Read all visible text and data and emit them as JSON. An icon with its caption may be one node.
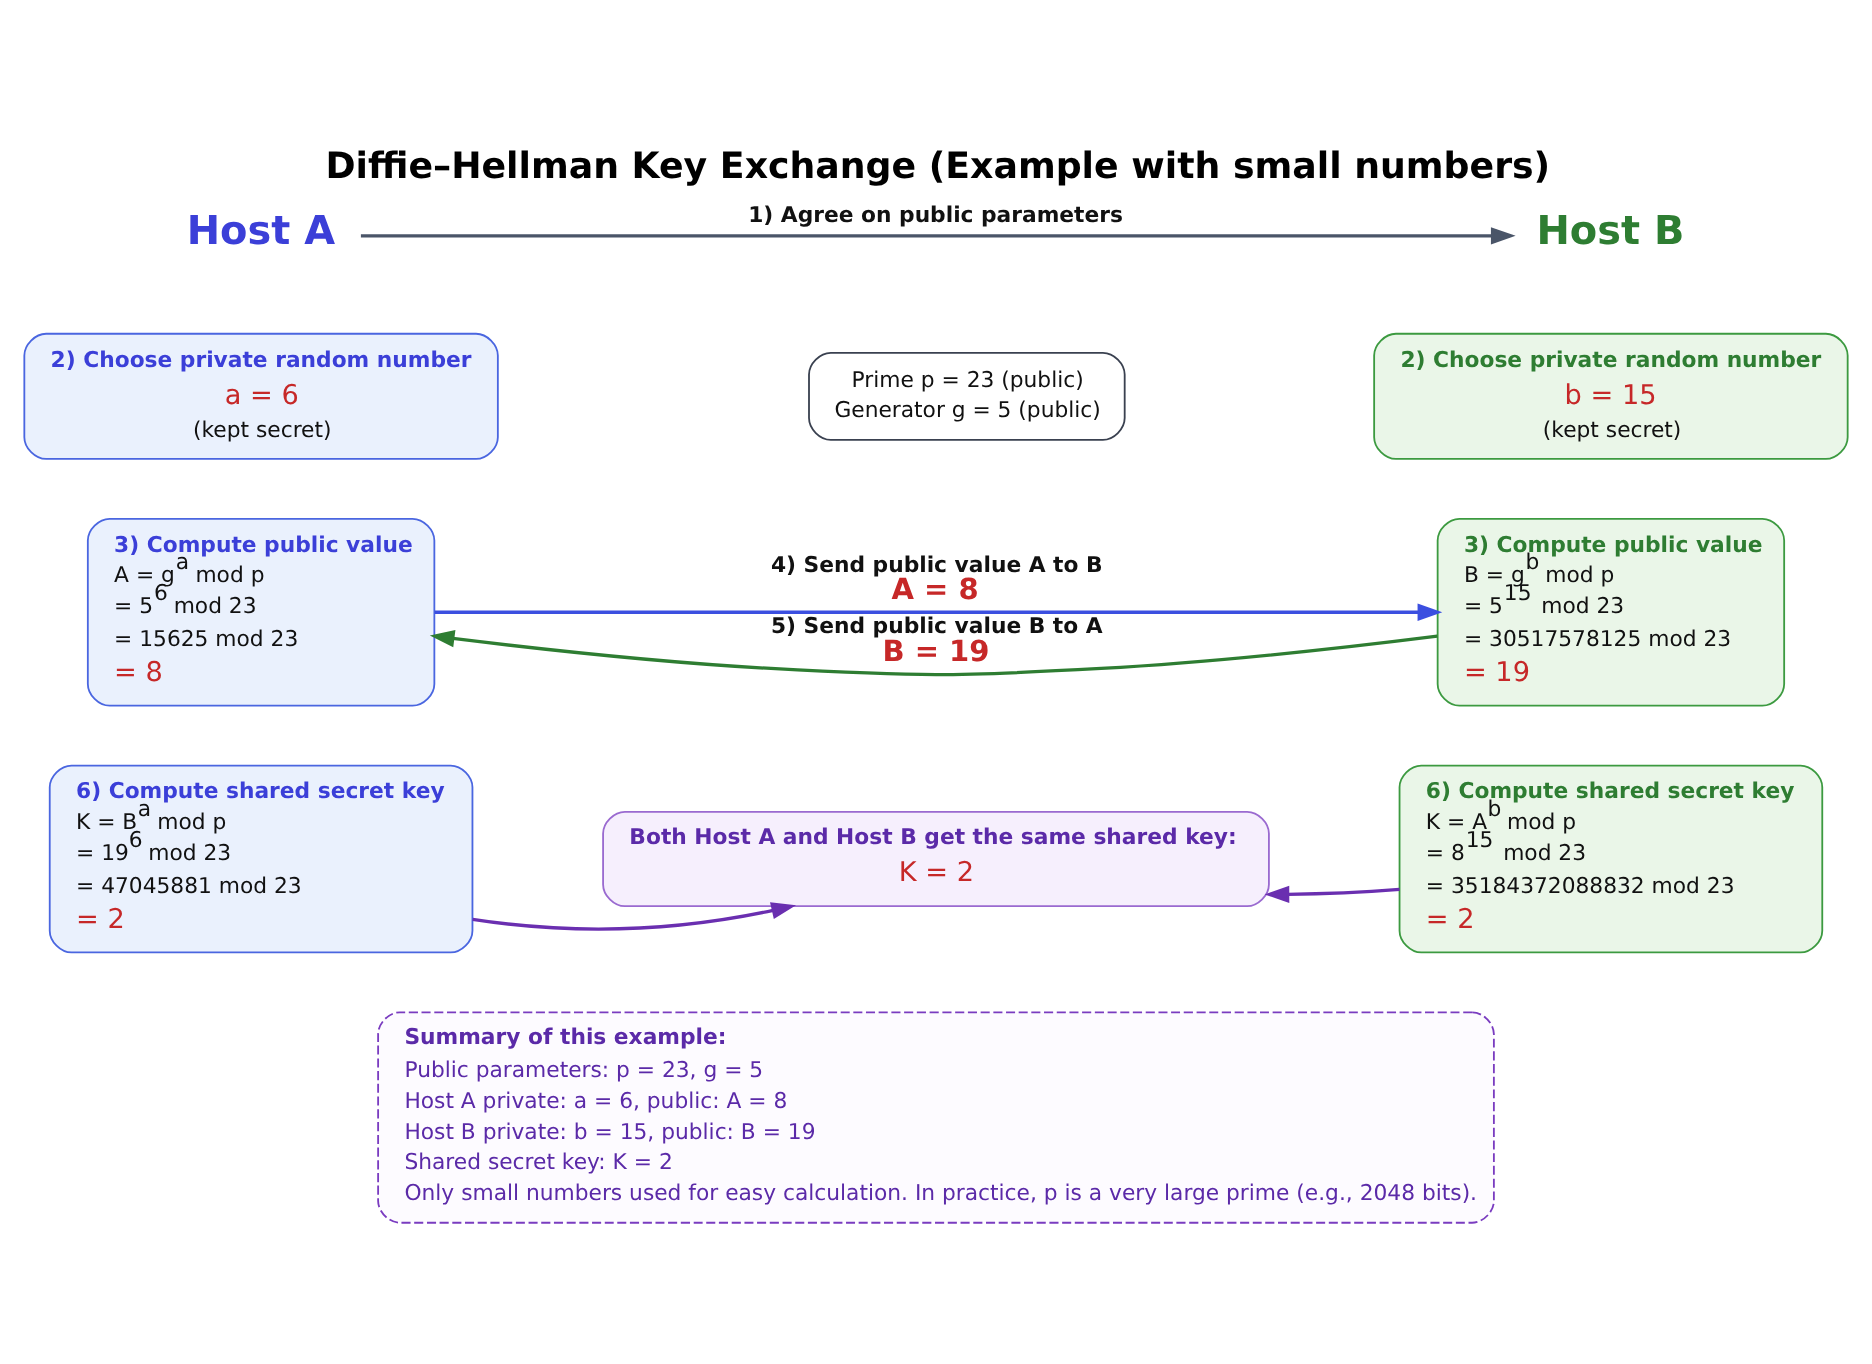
{
  "diagram": {
    "title": "Diffie–Hellman Key Exchange (Example with small numbers)",
    "nodes": [
      {
        "text": [
          "Host A"
        ]
      },
      {
        "text": [
          "Host B"
        ]
      },
      {
        "text": [
          "Prime p = 23 (public)",
          "Generator g = 5 (public)"
        ]
      },
      {
        "text": [
          "2) Choose private random number",
          "a = 6",
          "(kept secret)"
        ]
      },
      {
        "text": [
          "3) Compute public value",
          "A = g$^{a}$ mod p",
          "= 5$^{6}$ mod 23",
          "= 15625 mod 23",
          "= 8"
        ]
      },
      {
        "text": [
          "6) Compute shared secret key",
          "K = B$^{a}$ mod p",
          "= 19$^{6}$ mod 23",
          "= 47045881 mod 23",
          "= 2"
        ]
      },
      {
        "text": [
          "2) Choose private random number",
          "b = 15",
          "(kept secret)"
        ]
      },
      {
        "text": [
          "3) Compute public value",
          "B = g$^{b}$ mod p",
          "= 5$^{15}$ mod 23",
          "= 30517578125 mod 23",
          "= 19"
        ]
      },
      {
        "text": [
          "6) Compute shared secret key",
          "K = A$^{b}$ mod p",
          "= 8$^{15}$ mod 23",
          "= 35184372088832 mod 23",
          "= 2"
        ]
      },
      {
        "text": [
          "Both Host A and Host B get the same shared key:",
          "K = 2"
        ]
      },
      {
        "text": [
          "Summary of this example:",
          "Public parameters: p = 23, g = 5",
          "Host A private: a = 6, public: A = 8",
          "Host B private: b = 15, public: B = 19",
          "Shared secret key: K = 2",
          "Only small numbers used for easy calculation. In practice, p is a very large prime (e.g., 2048 bits)."
        ]
      }
    ],
    "edges": [
      {
        "from": 0,
        "to": 1,
        "arrow": "to",
        "label": "1) Agree on public parameters",
        "color": "#4a5568"
      },
      {
        "from": 4,
        "to": 7,
        "arrow": "to",
        "label": "4) Send public value A to B",
        "color": "#3b4fe0"
      },
      {
        "from": 7,
        "to": 4,
        "arrow": "to",
        "label": "5) Send public value B to A",
        "color": "#2e7d32"
      },
      {
        "from": 5,
        "to": 9,
        "arrow": "to",
        "color": "#6a2fb0"
      },
      {
        "from": 8,
        "to": 9,
        "arrow": "to",
        "color": "#6a2fb0"
      }
    ],
    "labels": [
      "A = 8",
      "B = 19"
    ]
  }
}
